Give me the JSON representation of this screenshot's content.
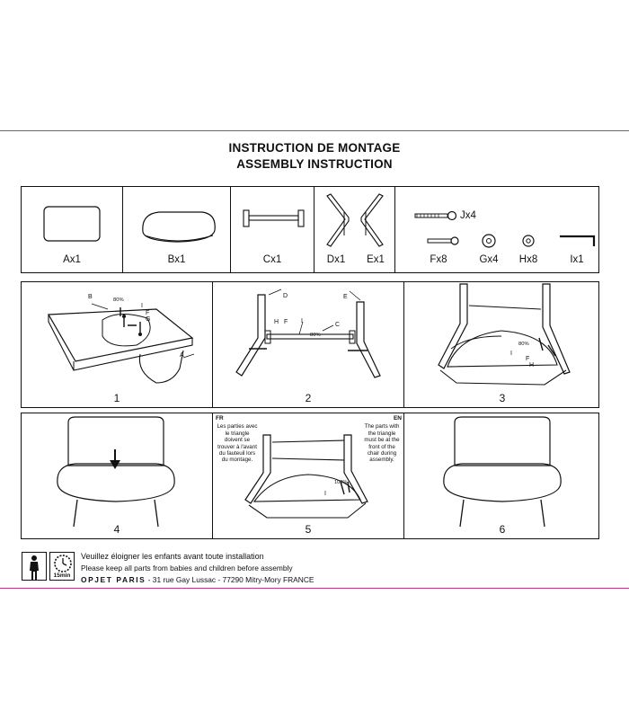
{
  "header": {
    "title_fr": "INSTRUCTION DE MONTAGE",
    "title_en": "ASSEMBLY INSTRUCTION"
  },
  "parts": [
    {
      "label": "Ax1"
    },
    {
      "label": "Bx1"
    },
    {
      "label": "Cx1"
    },
    {
      "label": "Dx1"
    },
    {
      "label": "Ex1"
    }
  ],
  "hardware": [
    {
      "label": "Jx4"
    },
    {
      "label": "Fx8"
    },
    {
      "label": "Gx4"
    },
    {
      "label": "Hx8"
    },
    {
      "label": "Ix1"
    }
  ],
  "steps": [
    {
      "number": "1",
      "callouts": [
        "B",
        "80%",
        "I",
        "F",
        "G",
        "A"
      ]
    },
    {
      "number": "2",
      "callouts": [
        "D",
        "E",
        "H",
        "F",
        "I",
        "C",
        "80%"
      ]
    },
    {
      "number": "3",
      "callouts": [
        "80%",
        "I",
        "F",
        "H"
      ]
    },
    {
      "number": "4"
    },
    {
      "number": "5",
      "callouts": [
        "I",
        "100%"
      ]
    },
    {
      "number": "6"
    }
  ],
  "step5_notes": {
    "fr_tag": "FR",
    "fr_text": "Les parties avec le triangle doivent se trouver à l'avant du fauteuil lors du montage.",
    "en_tag": "EN",
    "en_text": "The parts with the triangle must be at the front of the chair during assembly."
  },
  "footer": {
    "warning_fr": "Veuillez éloigner les enfants avant toute installation",
    "warning_en": "Please keep all parts from babies and children before assembly",
    "brand": "OPJET PARIS",
    "address": " - 31 rue Gay Lussac - 77290 Mitry-Mory FRANCE",
    "time": "15min"
  }
}
